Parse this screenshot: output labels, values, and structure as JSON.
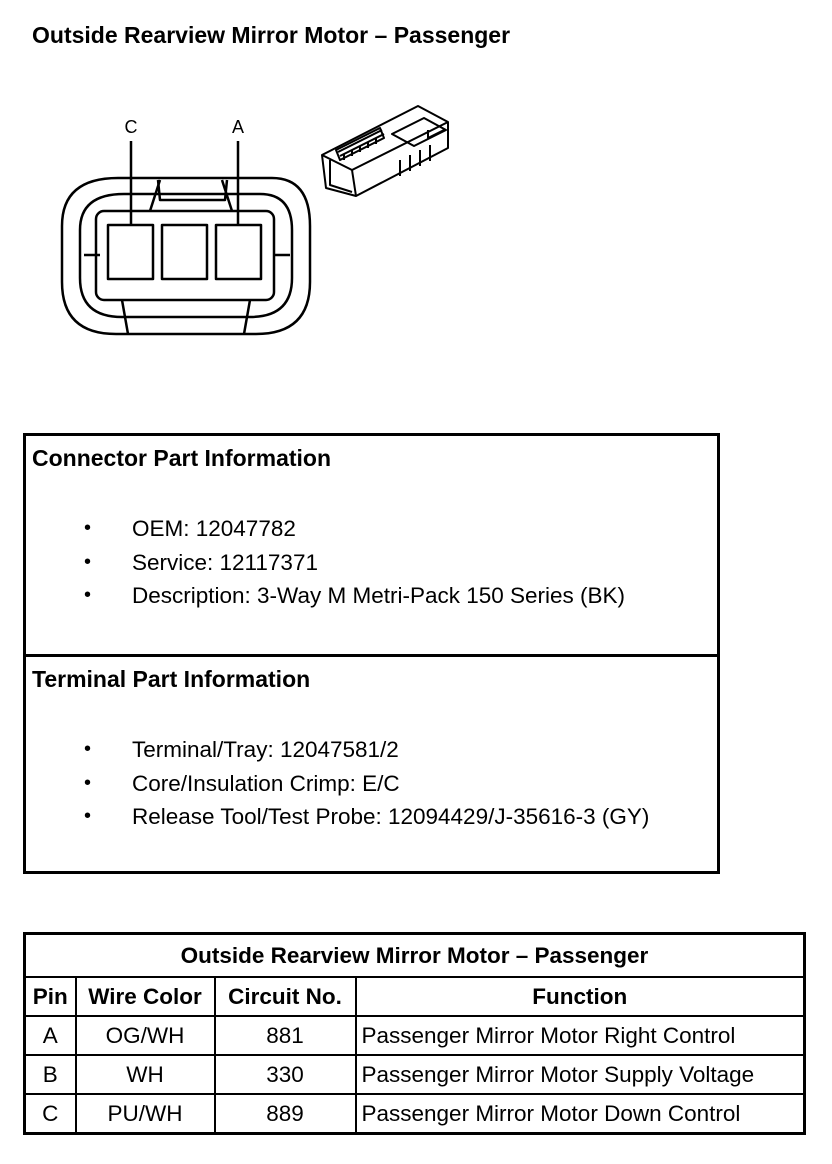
{
  "title": "Outside Rearview Mirror Motor – Passenger",
  "diagram": {
    "labels": [
      "C",
      "A"
    ],
    "connector_face_icon": "connector-face-3-cavity",
    "connector_body_icon": "connector-body-isometric"
  },
  "connector_info": {
    "heading": "Connector Part Information",
    "items": [
      "OEM: 12047782",
      "Service: 12117371",
      "Description: 3-Way M Metri-Pack 150 Series (BK)"
    ]
  },
  "terminal_info": {
    "heading": "Terminal Part Information",
    "items": [
      "Terminal/Tray: 12047581/2",
      "Core/Insulation Crimp: E/C",
      "Release Tool/Test Probe: 12094429/J-35616-3 (GY)"
    ]
  },
  "bullet": "•",
  "pin_table": {
    "caption": "Outside Rearview Mirror Motor – Passenger",
    "headers": [
      "Pin",
      "Wire Color",
      "Circuit No.",
      "Function"
    ],
    "rows": [
      [
        "A",
        "OG/WH",
        "881",
        "Passenger Mirror Motor Right Control"
      ],
      [
        "B",
        "WH",
        "330",
        "Passenger Mirror Motor Supply Voltage"
      ],
      [
        "C",
        "PU/WH",
        "889",
        "Passenger Mirror Motor Down Control"
      ]
    ]
  }
}
